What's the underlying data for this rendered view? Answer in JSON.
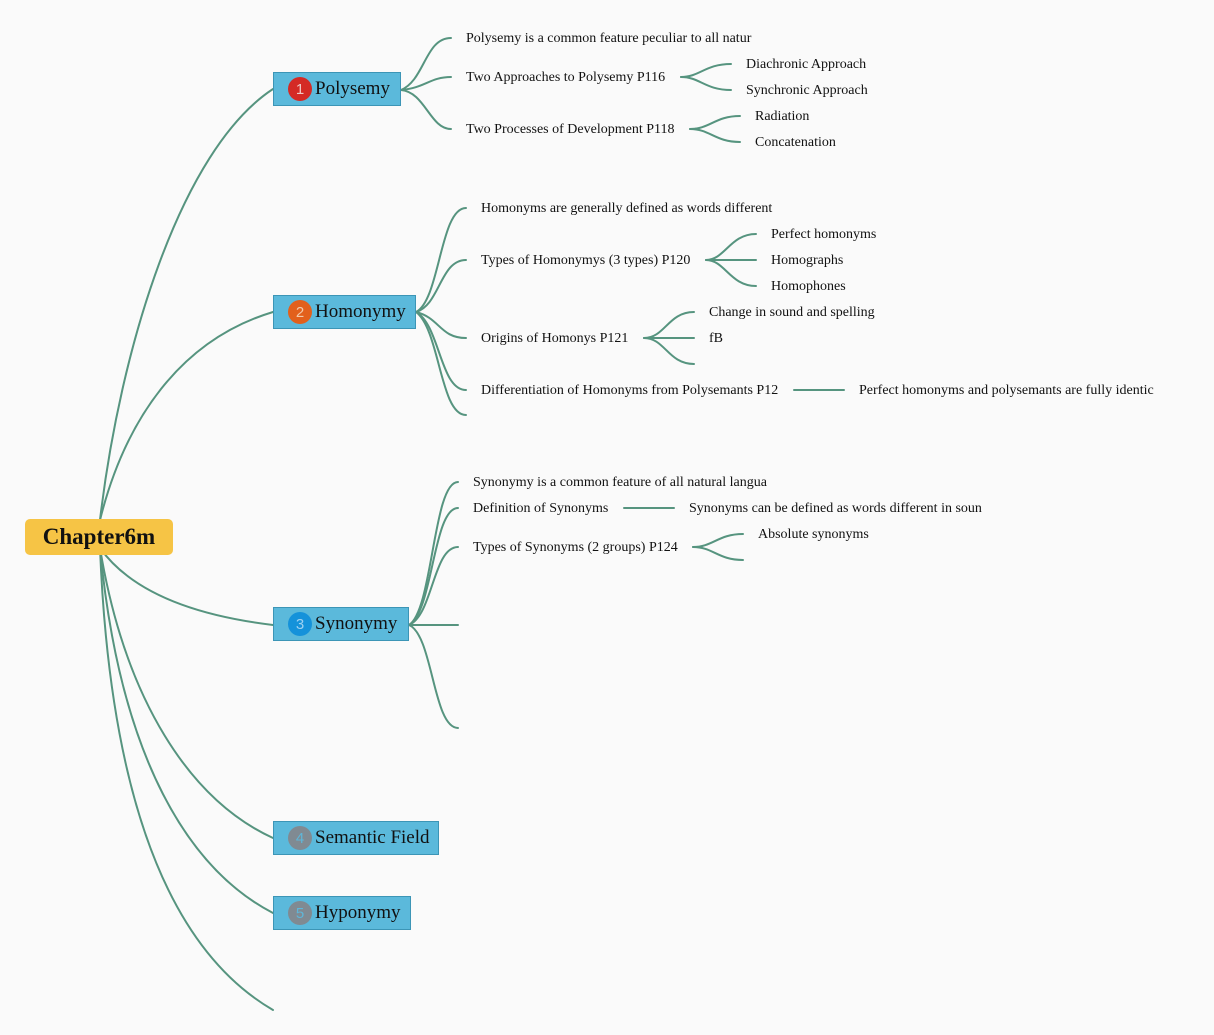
{
  "root": {
    "label": "Chapter6m"
  },
  "topics": [
    {
      "number": "1",
      "label": "Polysemy",
      "items": [
        {
          "label": "Polysemy is a common feature peculiar to all natur"
        },
        {
          "label": "Two Approaches to Polysemy P116",
          "children": [
            "Diachronic Approach",
            "Synchronic Approach"
          ]
        },
        {
          "label": "Two Processes of Development P118",
          "children": [
            "Radiation",
            "Concatenation"
          ]
        }
      ]
    },
    {
      "number": "2",
      "label": "Homonymy",
      "items": [
        {
          "label": "Homonyms are generally defined as words different"
        },
        {
          "label": "Types of Homonymys (3 types) P120",
          "children": [
            "Perfect homonyms",
            "Homographs",
            "Homophones"
          ]
        },
        {
          "label": "Origins of Homonys P121",
          "children": [
            "Change in sound and spelling",
            "fB"
          ]
        },
        {
          "label": "Differentiation of Homonyms from Polysemants P12",
          "children": [
            "Perfect homonyms and polysemants are fully identic"
          ]
        }
      ]
    },
    {
      "number": "3",
      "label": "Synonymy",
      "items": [
        {
          "label": "Synonymy is a common feature of all natural langua"
        },
        {
          "label": "Definition of Synonyms",
          "children": [
            "Synonyms can be defined as words different in soun"
          ]
        },
        {
          "label": "Types of Synonyms (2 groups) P124",
          "children": [
            "Absolute synonyms"
          ]
        }
      ]
    },
    {
      "number": "4",
      "label": "Semantic Field"
    },
    {
      "number": "5",
      "label": "Hyponymy"
    }
  ],
  "colors": {
    "root": "#f6c445",
    "topic": "#5bb9db",
    "edge": "#56947f",
    "badge_1": "#d42a25",
    "badge_2": "#e2601c",
    "badge_3": "#1592da",
    "badge_4": "#808a92",
    "badge_5": "#808a92"
  }
}
